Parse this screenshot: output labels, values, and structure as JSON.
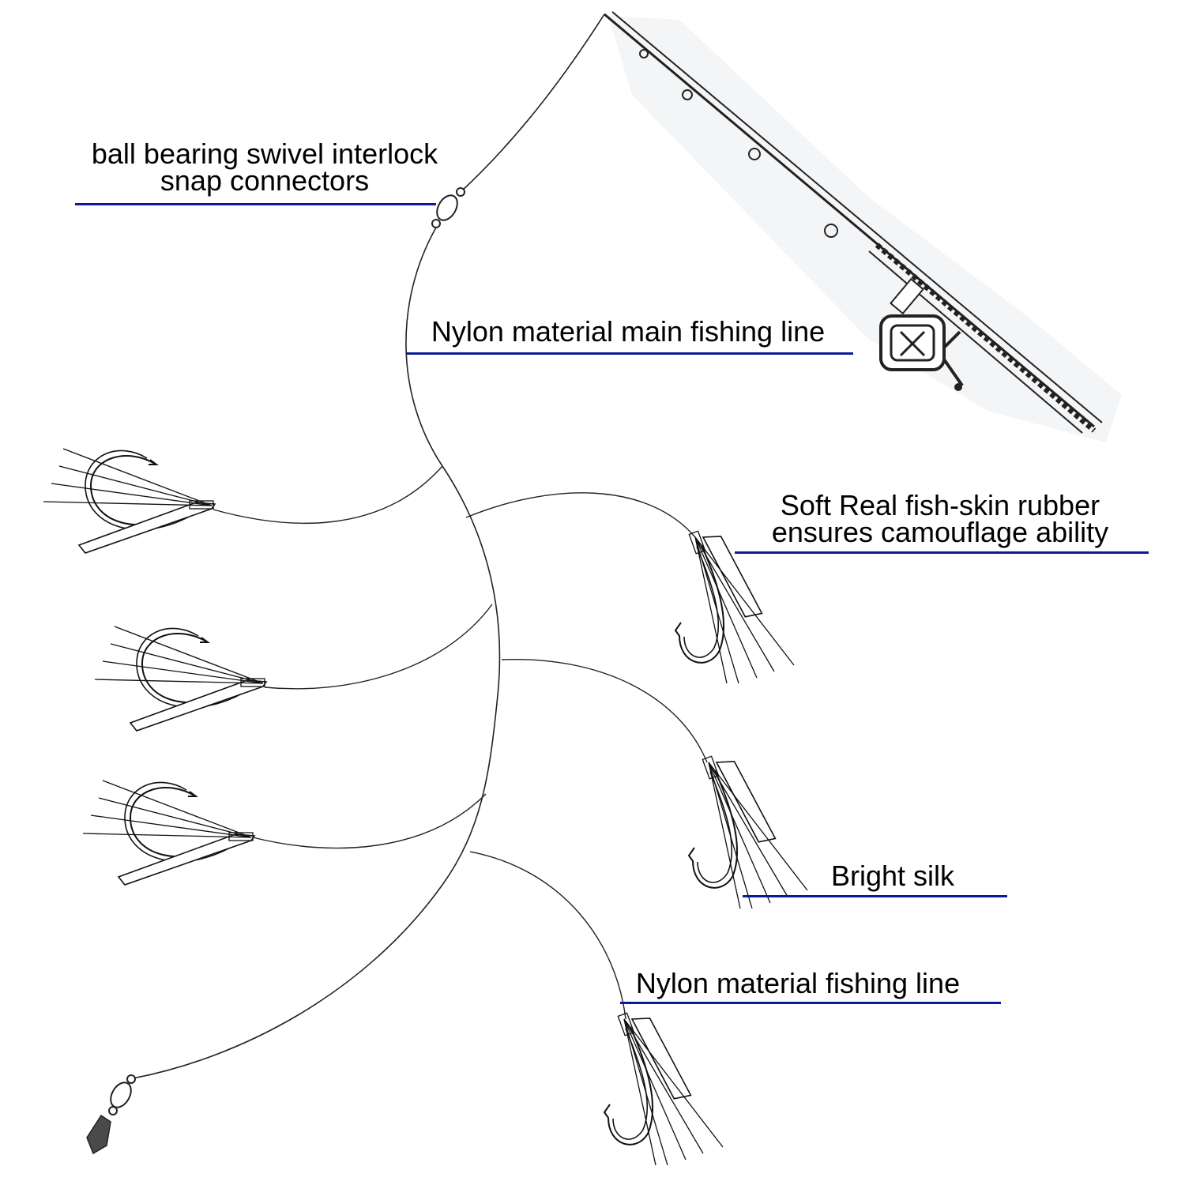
{
  "labels": {
    "swivel": {
      "line1": "ball bearing swivel interlock",
      "line2": "snap connectors"
    },
    "main_line": "Nylon material main fishing line",
    "fish_skin": {
      "line1": "Soft Real fish-skin rubber",
      "line2": "ensures camouflage ability"
    },
    "silk": "Bright silk",
    "fishing_line": "Nylon material fishing line"
  },
  "colors": {
    "underline": "#0a1a9c",
    "line": "#111111",
    "sinker": "#4a4a4a",
    "rod_shade": "#f1f2f4"
  },
  "icons": [
    "fishing-rod-icon",
    "reel-icon",
    "swivel-icon",
    "hook-icon",
    "sinker-icon"
  ]
}
